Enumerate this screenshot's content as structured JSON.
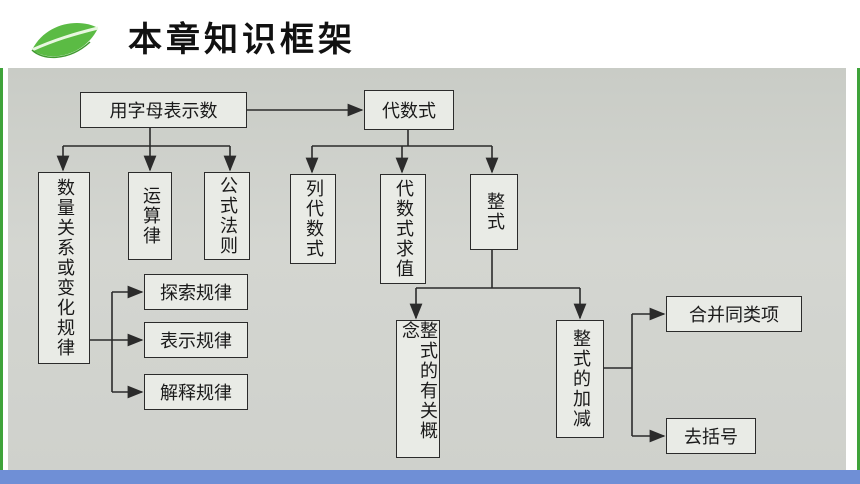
{
  "title": "本章知识框架",
  "colors": {
    "frame": "#3fa33a",
    "leaf": "#4fae3f",
    "bottom": "#6f8fd6"
  },
  "icon": "leaf-icon",
  "nodes": {
    "letters_for_numbers": "用字母表示数",
    "algebraic_expression": "代数式",
    "quantity_relations": "数量关系或变化规律",
    "laws_of_operations": "运算律",
    "formulas": "公式法则",
    "list_expression": "列代数式",
    "evaluate_expression": "代数式求值",
    "polynomial": "整式",
    "explore_patterns": "探索规律",
    "express_patterns": "表示规律",
    "explain_patterns": "解释规律",
    "polynomial_concepts": "整式的有关概念",
    "polynomial_add_sub": "整式的加减",
    "combine_like_terms": "合并同类项",
    "remove_brackets": "去括号"
  }
}
